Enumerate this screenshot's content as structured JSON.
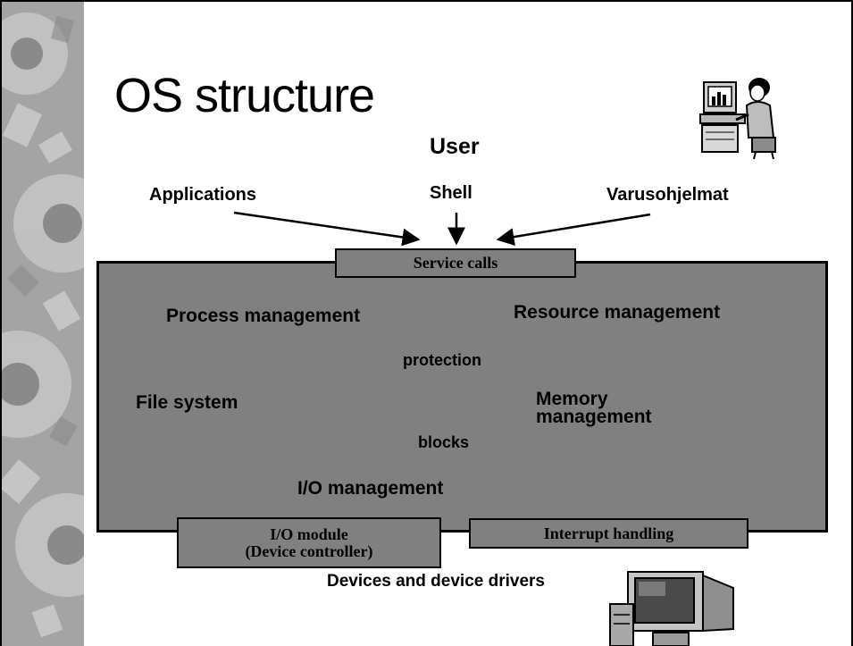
{
  "title": "OS structure",
  "labels": {
    "user": "User",
    "applications": "Applications",
    "shell": "Shell",
    "utilities": "Varusohjelmat",
    "service_calls": "Service calls",
    "process_management": "Process management",
    "resource_management": "Resource management",
    "protection": "protection",
    "file_system": "File system",
    "memory_management_1": "Memory",
    "memory_management_2": "management",
    "blocks": "blocks",
    "io_management": "I/O management",
    "io_module_1": "I/O module",
    "io_module_2": "(Device controller)",
    "interrupt_handling": "Interrupt handling",
    "devices": "Devices and device drivers"
  },
  "icons": {
    "user_at_computer": "person-at-computer-icon",
    "computer": "desktop-computer-icon"
  },
  "colors": {
    "box_fill": "#808080",
    "outline": "#000000"
  }
}
